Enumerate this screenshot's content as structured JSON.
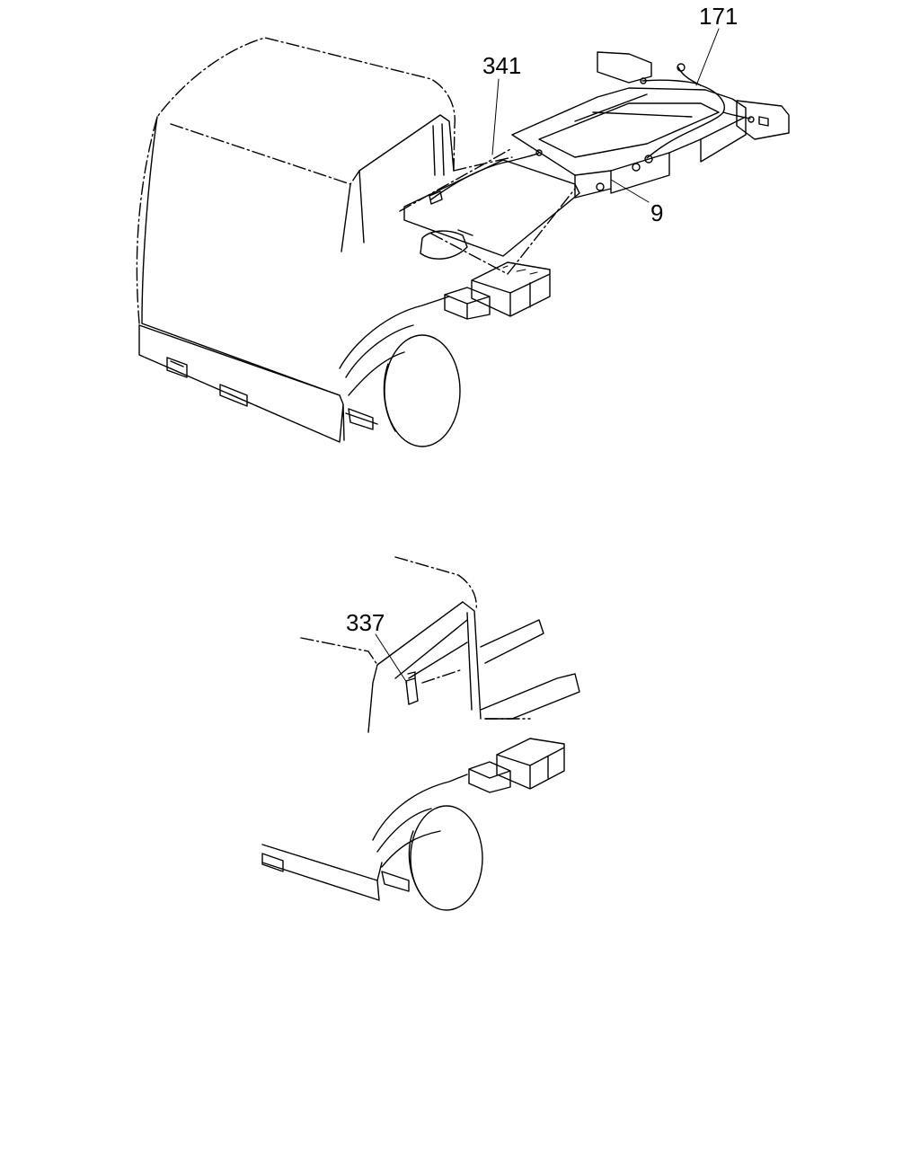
{
  "callouts": {
    "part_171": "171",
    "part_341": "341",
    "part_9": "9",
    "part_337": "337"
  },
  "views": [
    {
      "name": "upper-view",
      "shows": [
        "341",
        "171",
        "9"
      ]
    },
    {
      "name": "lower-view",
      "shows": [
        "337"
      ]
    }
  ]
}
